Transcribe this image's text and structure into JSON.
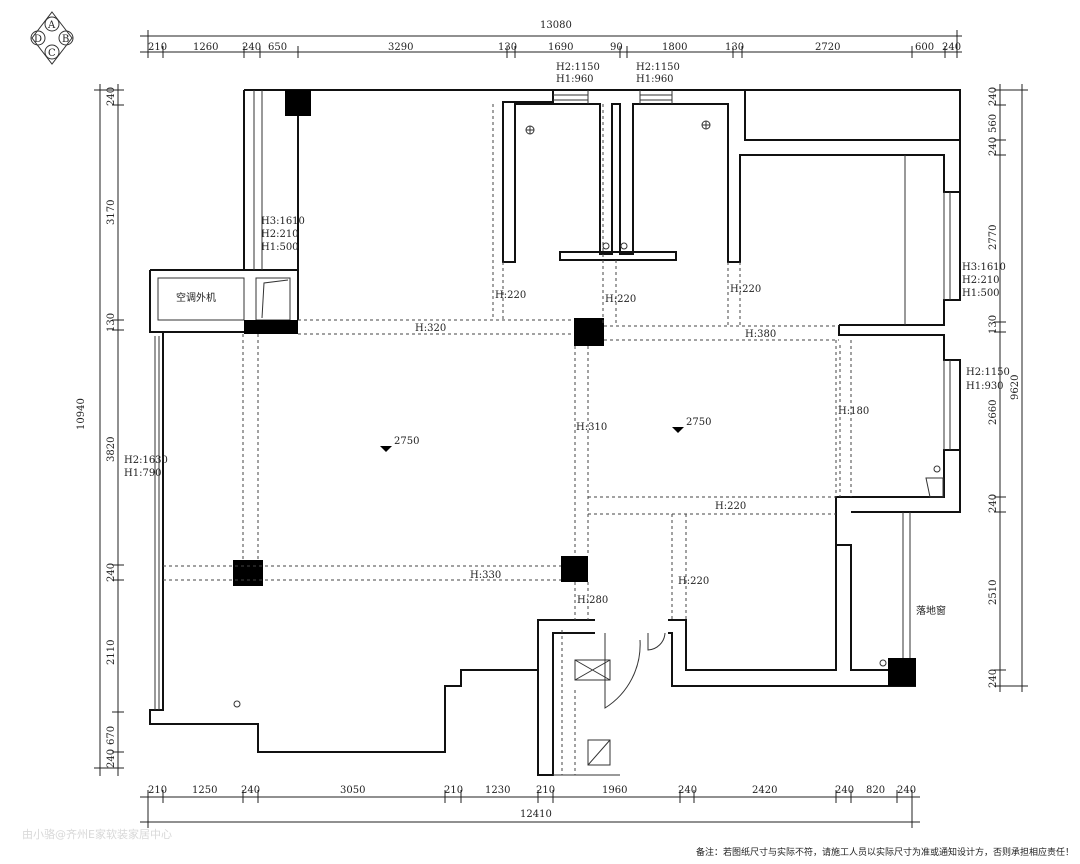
{
  "compass": {
    "labels": [
      "A",
      "B",
      "C",
      "D"
    ]
  },
  "top_dims": {
    "total": "13080",
    "segments": [
      "210",
      "1260",
      "240",
      "650",
      "3290",
      "130",
      "1690",
      "90",
      "1800",
      "130",
      "2720",
      "600",
      "240"
    ]
  },
  "bottom_dims": {
    "total": "12410",
    "segments": [
      "210",
      "1250",
      "240",
      "3050",
      "210",
      "1230",
      "210",
      "1960",
      "240",
      "2420",
      "240",
      "820",
      "240"
    ]
  },
  "left_dims": {
    "total": "10940",
    "segments": [
      "240",
      "3170",
      "130",
      "3820",
      "240",
      "2110",
      "670",
      "240"
    ]
  },
  "right_dims": {
    "total": "9620",
    "segments": [
      "240",
      "560",
      "240",
      "2770",
      "130",
      "2660",
      "240",
      "2510",
      "240"
    ]
  },
  "windows": {
    "top_left": [
      "H2:1150",
      "H1:960"
    ],
    "top_right": [
      "H2:1150",
      "H1:960"
    ],
    "left_upper": [
      "H3:1610",
      "H2:210",
      "H1:500"
    ],
    "left_lower": [
      "H2:1630",
      "H1:790"
    ],
    "right_upper": [
      "H3:1610",
      "H2:210",
      "H1:500"
    ],
    "right_middle": [
      "H2:1150",
      "H1:930"
    ]
  },
  "beams": [
    "H:220",
    "H:220",
    "H:220",
    "H:320",
    "H:380",
    "H:310",
    "H:180",
    "H:220",
    "H:330",
    "H:220",
    "H:280"
  ],
  "elevations": [
    "2750",
    "2750"
  ],
  "rooms": {
    "ac_unit": "空调外机",
    "floor_window": "落地窗"
  },
  "footer": {
    "note": "备注：若图纸尺寸与实际不符，请施工人员以实际尺寸为准或通知设计方，否则承担相应责任！",
    "watermark": "由小骆@齐州E家软装家居中心"
  }
}
